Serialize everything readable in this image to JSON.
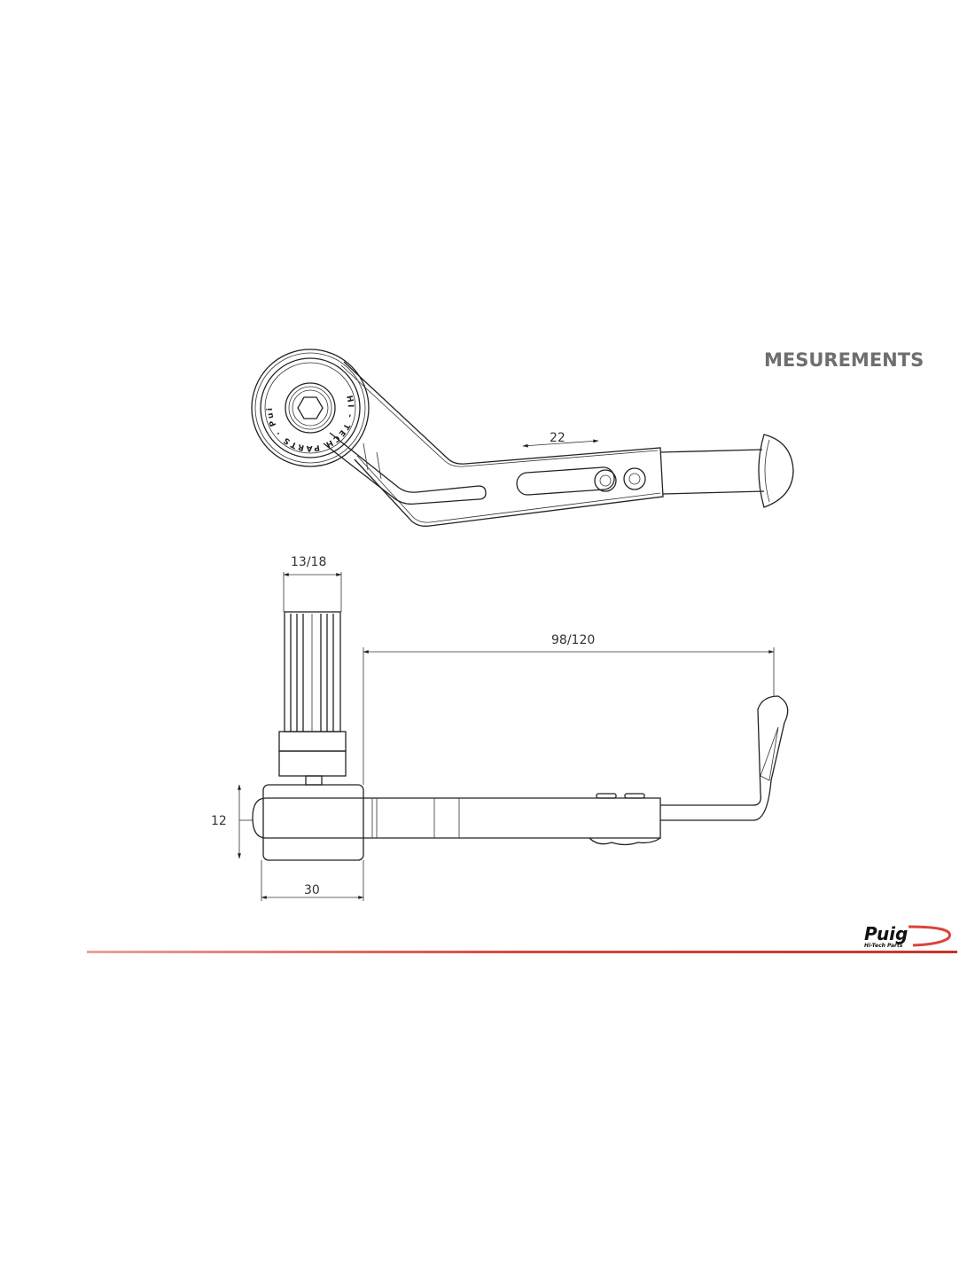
{
  "header": {
    "title": "MESUREMENTS"
  },
  "top_view": {
    "slot_dimension": "22",
    "bolt_marking": "HI - TECH PARTS · Puig ·"
  },
  "side_view": {
    "clamp_diameter": "13/18",
    "lever_reach": "98/120",
    "thickness": "12",
    "mount_width": "30"
  },
  "brand": {
    "logo": "Puig",
    "tagline": "Hi-Tech Parts",
    "accent_color": "#d9453a"
  }
}
